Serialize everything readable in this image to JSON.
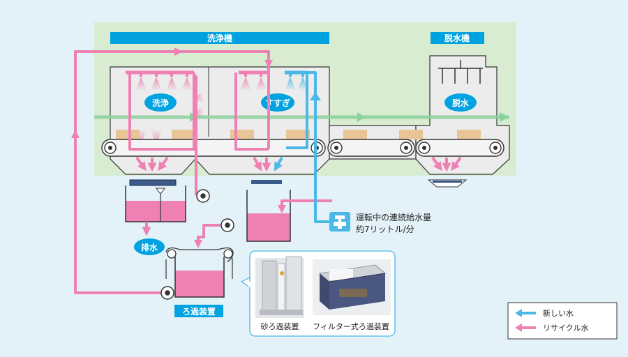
{
  "labels": {
    "washer_title": "洗浄機",
    "dehydrator_title": "脱水機",
    "wash_bubble": "洗浄",
    "rinse_bubble": "すすぎ",
    "dehydrate_bubble": "脱水",
    "drain_bubble": "排水",
    "filter_label": "ろ過装置",
    "water_supply_line1": "運転中の連続給水量",
    "water_supply_line2": "約7リットル/分"
  },
  "photo_panel": {
    "sand_filter_caption": "砂ろ過装置",
    "filter_type_caption": "フィルター式ろ過装置"
  },
  "legend": {
    "new_water": "新しい水",
    "recycle_water": "リサイクル水"
  },
  "colors": {
    "background": "#e3f1f8",
    "machine_zone": "#d8ecd1",
    "title_bar": "#00a2e0",
    "new_water": "#4cb8e8",
    "recycle_water": "#ee80b3",
    "conveyor_flow": "#8ad29b",
    "machine_body": "#ececec",
    "machine_line": "#333333",
    "tank_water": "#ee80b3",
    "item_block": "#e8c496"
  },
  "icons": [
    "faucet-icon",
    "pump-icon",
    "spray-nozzle-icon"
  ]
}
